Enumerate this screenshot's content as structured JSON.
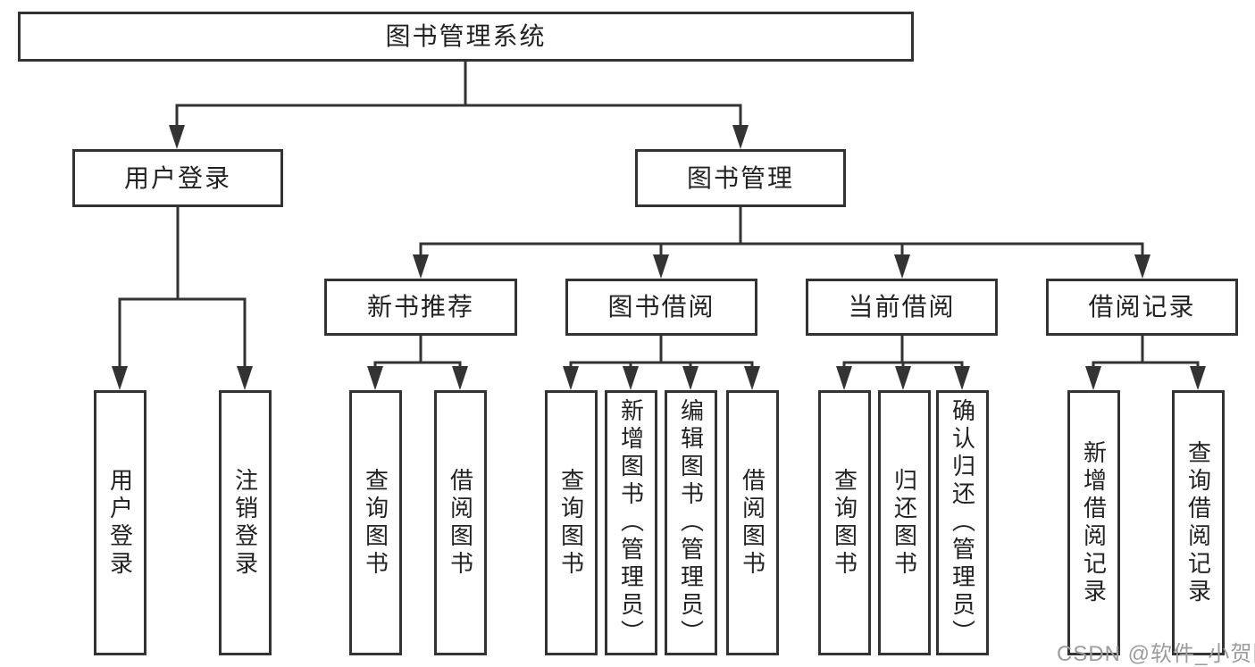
{
  "diagram": {
    "root": {
      "label": "图书管理系统"
    },
    "level2": [
      {
        "label": "用户登录"
      },
      {
        "label": "图书管理"
      }
    ],
    "level3": [
      {
        "label": "新书推荐"
      },
      {
        "label": "图书借阅"
      },
      {
        "label": "当前借阅"
      },
      {
        "label": "借阅记录"
      }
    ],
    "leaves": {
      "user_login": [
        "用户登录",
        "注销登录"
      ],
      "new_book_recommend": [
        "查询图书",
        "借阅图书"
      ],
      "book_borrowing": [
        "查询图书",
        "新增图书（管理员）",
        "编辑图书（管理员）",
        "借阅图书"
      ],
      "current_borrowing": [
        "查询图书",
        "归还图书",
        "确认归还（管理员）"
      ],
      "borrowing_records": [
        "新增借阅记录",
        "查询借阅记录"
      ]
    }
  },
  "watermark": {
    "text": "CSDN @软件_小贺同学",
    "color": "#9c9c9c"
  },
  "colors": {
    "line": "#333333",
    "text": "#222222",
    "box_fill": "#ffffff",
    "background": "#ffffff"
  }
}
